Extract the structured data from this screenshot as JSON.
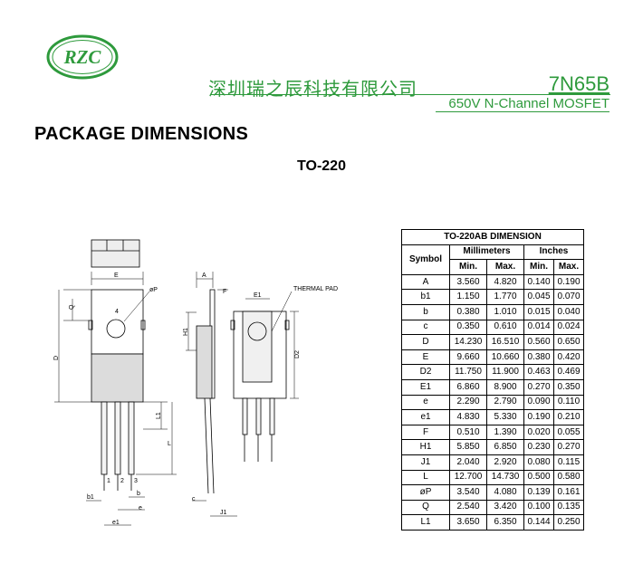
{
  "header": {
    "logo_text": "RZC",
    "company": "深圳瑞之辰科技有限公司",
    "part_number": "7N65B",
    "subtitle": "650V N-Channel MOSFET"
  },
  "section_title": "PACKAGE DIMENSIONS",
  "package_name": "TO-220",
  "drawing_labels": {
    "E": "E",
    "phiP": "øP",
    "A": "A",
    "F": "F",
    "E1": "E1",
    "thermal_pad": "THERMAL PAD",
    "Q": "Q",
    "H1": "H1",
    "D": "D",
    "D2": "D2",
    "L1": "L1",
    "L": "L",
    "pin4": "4",
    "pin1": "1",
    "pin2": "2",
    "pin3": "3",
    "b1": "b1",
    "b": "b",
    "e": "e",
    "e1": "e1",
    "c": "c",
    "J1": "J1"
  },
  "table": {
    "title": "TO-220AB DIMENSION",
    "symbol_header": "Symbol",
    "mm_header": "Millimeters",
    "in_header": "Inches",
    "min_label": "Min.",
    "max_label": "Max.",
    "rows": [
      {
        "sym": "A",
        "mm_min": "3.560",
        "mm_max": "4.820",
        "in_min": "0.140",
        "in_max": "0.190"
      },
      {
        "sym": "b1",
        "mm_min": "1.150",
        "mm_max": "1.770",
        "in_min": "0.045",
        "in_max": "0.070"
      },
      {
        "sym": "b",
        "mm_min": "0.380",
        "mm_max": "1.010",
        "in_min": "0.015",
        "in_max": "0.040"
      },
      {
        "sym": "c",
        "mm_min": "0.350",
        "mm_max": "0.610",
        "in_min": "0.014",
        "in_max": "0.024"
      },
      {
        "sym": "D",
        "mm_min": "14.230",
        "mm_max": "16.510",
        "in_min": "0.560",
        "in_max": "0.650"
      },
      {
        "sym": "E",
        "mm_min": "9.660",
        "mm_max": "10.660",
        "in_min": "0.380",
        "in_max": "0.420"
      },
      {
        "sym": "D2",
        "mm_min": "11.750",
        "mm_max": "11.900",
        "in_min": "0.463",
        "in_max": "0.469"
      },
      {
        "sym": "E1",
        "mm_min": "6.860",
        "mm_max": "8.900",
        "in_min": "0.270",
        "in_max": "0.350"
      },
      {
        "sym": "e",
        "mm_min": "2.290",
        "mm_max": "2.790",
        "in_min": "0.090",
        "in_max": "0.110"
      },
      {
        "sym": "e1",
        "mm_min": "4.830",
        "mm_max": "5.330",
        "in_min": "0.190",
        "in_max": "0.210"
      },
      {
        "sym": "F",
        "mm_min": "0.510",
        "mm_max": "1.390",
        "in_min": "0.020",
        "in_max": "0.055"
      },
      {
        "sym": "H1",
        "mm_min": "5.850",
        "mm_max": "6.850",
        "in_min": "0.230",
        "in_max": "0.270"
      },
      {
        "sym": "J1",
        "mm_min": "2.040",
        "mm_max": "2.920",
        "in_min": "0.080",
        "in_max": "0.115"
      },
      {
        "sym": "L",
        "mm_min": "12.700",
        "mm_max": "14.730",
        "in_min": "0.500",
        "in_max": "0.580"
      },
      {
        "sym": "øP",
        "mm_min": "3.540",
        "mm_max": "4.080",
        "in_min": "0.139",
        "in_max": "0.161"
      },
      {
        "sym": "Q",
        "mm_min": "2.540",
        "mm_max": "3.420",
        "in_min": "0.100",
        "in_max": "0.135"
      },
      {
        "sym": "L1",
        "mm_min": "3.650",
        "mm_max": "6.350",
        "in_min": "0.144",
        "in_max": "0.250"
      }
    ]
  },
  "colors": {
    "brand_green": "#2e9a3c"
  }
}
